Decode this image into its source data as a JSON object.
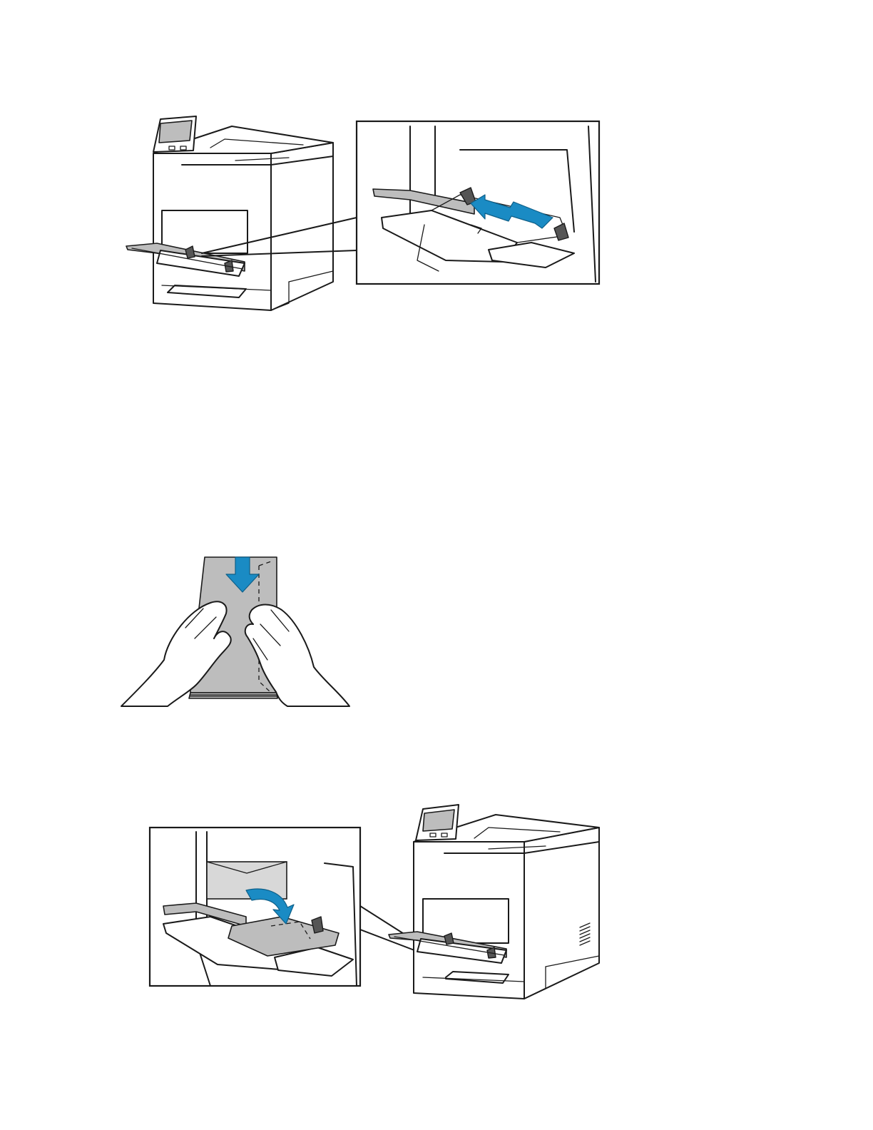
{
  "figures": [
    {
      "id": "figure-adjust-width-guides",
      "callout": "tray-guide-detail",
      "arrow": "double-arrow-blue"
    },
    {
      "id": "figure-flex-envelopes",
      "arrow": "down-arrow-blue"
    },
    {
      "id": "figure-load-envelopes",
      "callout": "envelope-loading-detail",
      "arrow": "curved-arrow-blue"
    }
  ],
  "colors": {
    "accent": "#1a8bc4",
    "paper_grey": "#bdbdbd",
    "line": "#1a1a1a"
  }
}
